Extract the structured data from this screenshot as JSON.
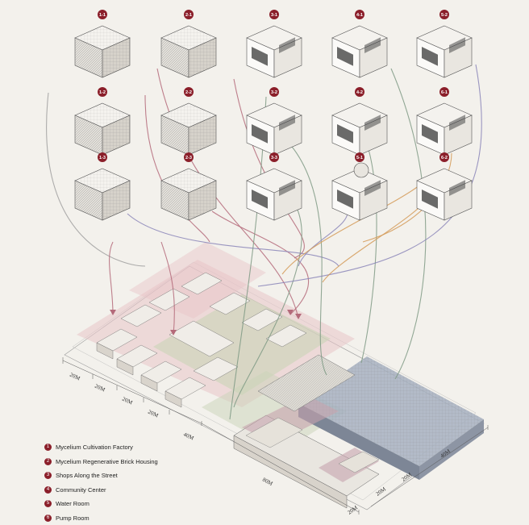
{
  "modules": [
    {
      "id": "1-1",
      "cat": 1
    },
    {
      "id": "2-1",
      "cat": 2
    },
    {
      "id": "3-1",
      "cat": 3
    },
    {
      "id": "4-1",
      "cat": 4
    },
    {
      "id": "5-2",
      "cat": 5
    },
    {
      "id": "1-2",
      "cat": 1
    },
    {
      "id": "2-2",
      "cat": 2
    },
    {
      "id": "3-2",
      "cat": 3
    },
    {
      "id": "4-2",
      "cat": 4
    },
    {
      "id": "6-1",
      "cat": 6
    },
    {
      "id": "1-3",
      "cat": 1
    },
    {
      "id": "2-3",
      "cat": 2
    },
    {
      "id": "3-3",
      "cat": 3
    },
    {
      "id": "5-1",
      "cat": 5
    },
    {
      "id": "6-2",
      "cat": 6
    }
  ],
  "dimensions": [
    "20M",
    "20M",
    "20M",
    "20M",
    "40M",
    "80M",
    "20M",
    "20M",
    "20M",
    "40M"
  ],
  "legend": [
    {
      "num": "1",
      "label": "Mycelium Cultivation Factory"
    },
    {
      "num": "2",
      "label": "Mycelium Regenerative Brick Housing"
    },
    {
      "num": "3",
      "label": "Shops Along the Street"
    },
    {
      "num": "4",
      "label": "Community Center"
    },
    {
      "num": "5",
      "label": "Water Room"
    },
    {
      "num": "6",
      "label": "Pump Room"
    }
  ],
  "colors": {
    "badge": "#8b1f2a",
    "housing_zone": "#e8c4c8",
    "green_zone": "#c9d3b8",
    "factory_zone": "#a7b1c2",
    "line_pink": "#b46a7a",
    "line_green": "#7f9a85",
    "line_orange": "#d49a57",
    "line_purple": "#8a85b8",
    "line_gray": "#a0a0a0"
  }
}
